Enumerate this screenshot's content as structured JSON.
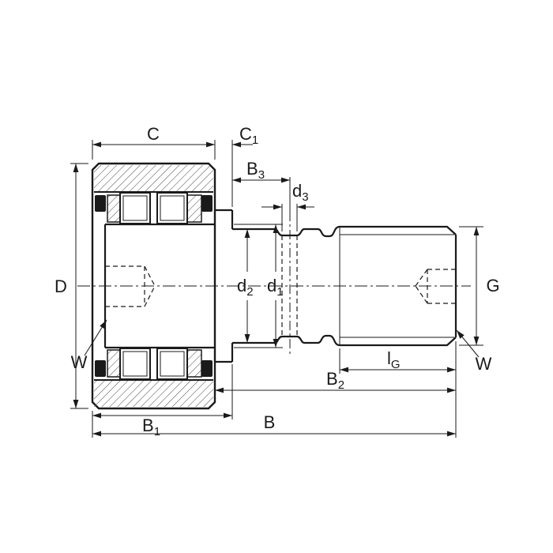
{
  "labels": {
    "C": "C",
    "C1": {
      "base": "C",
      "sub": "1"
    },
    "B3": {
      "base": "B",
      "sub": "3"
    },
    "d3": {
      "base": "d",
      "sub": "3"
    },
    "D": "D",
    "d2": {
      "base": "d",
      "sub": "2"
    },
    "d1": {
      "base": "d",
      "sub": "1"
    },
    "G": "G",
    "lG": {
      "base": "l",
      "sub": "G"
    },
    "B2": {
      "base": "B",
      "sub": "2"
    },
    "B1": {
      "base": "B",
      "sub": "1"
    },
    "B": "B",
    "W_left": "W",
    "W_right": "W"
  },
  "colors": {
    "line": "#1a1a1a",
    "hatch": "#555555",
    "background": "#ffffff"
  }
}
